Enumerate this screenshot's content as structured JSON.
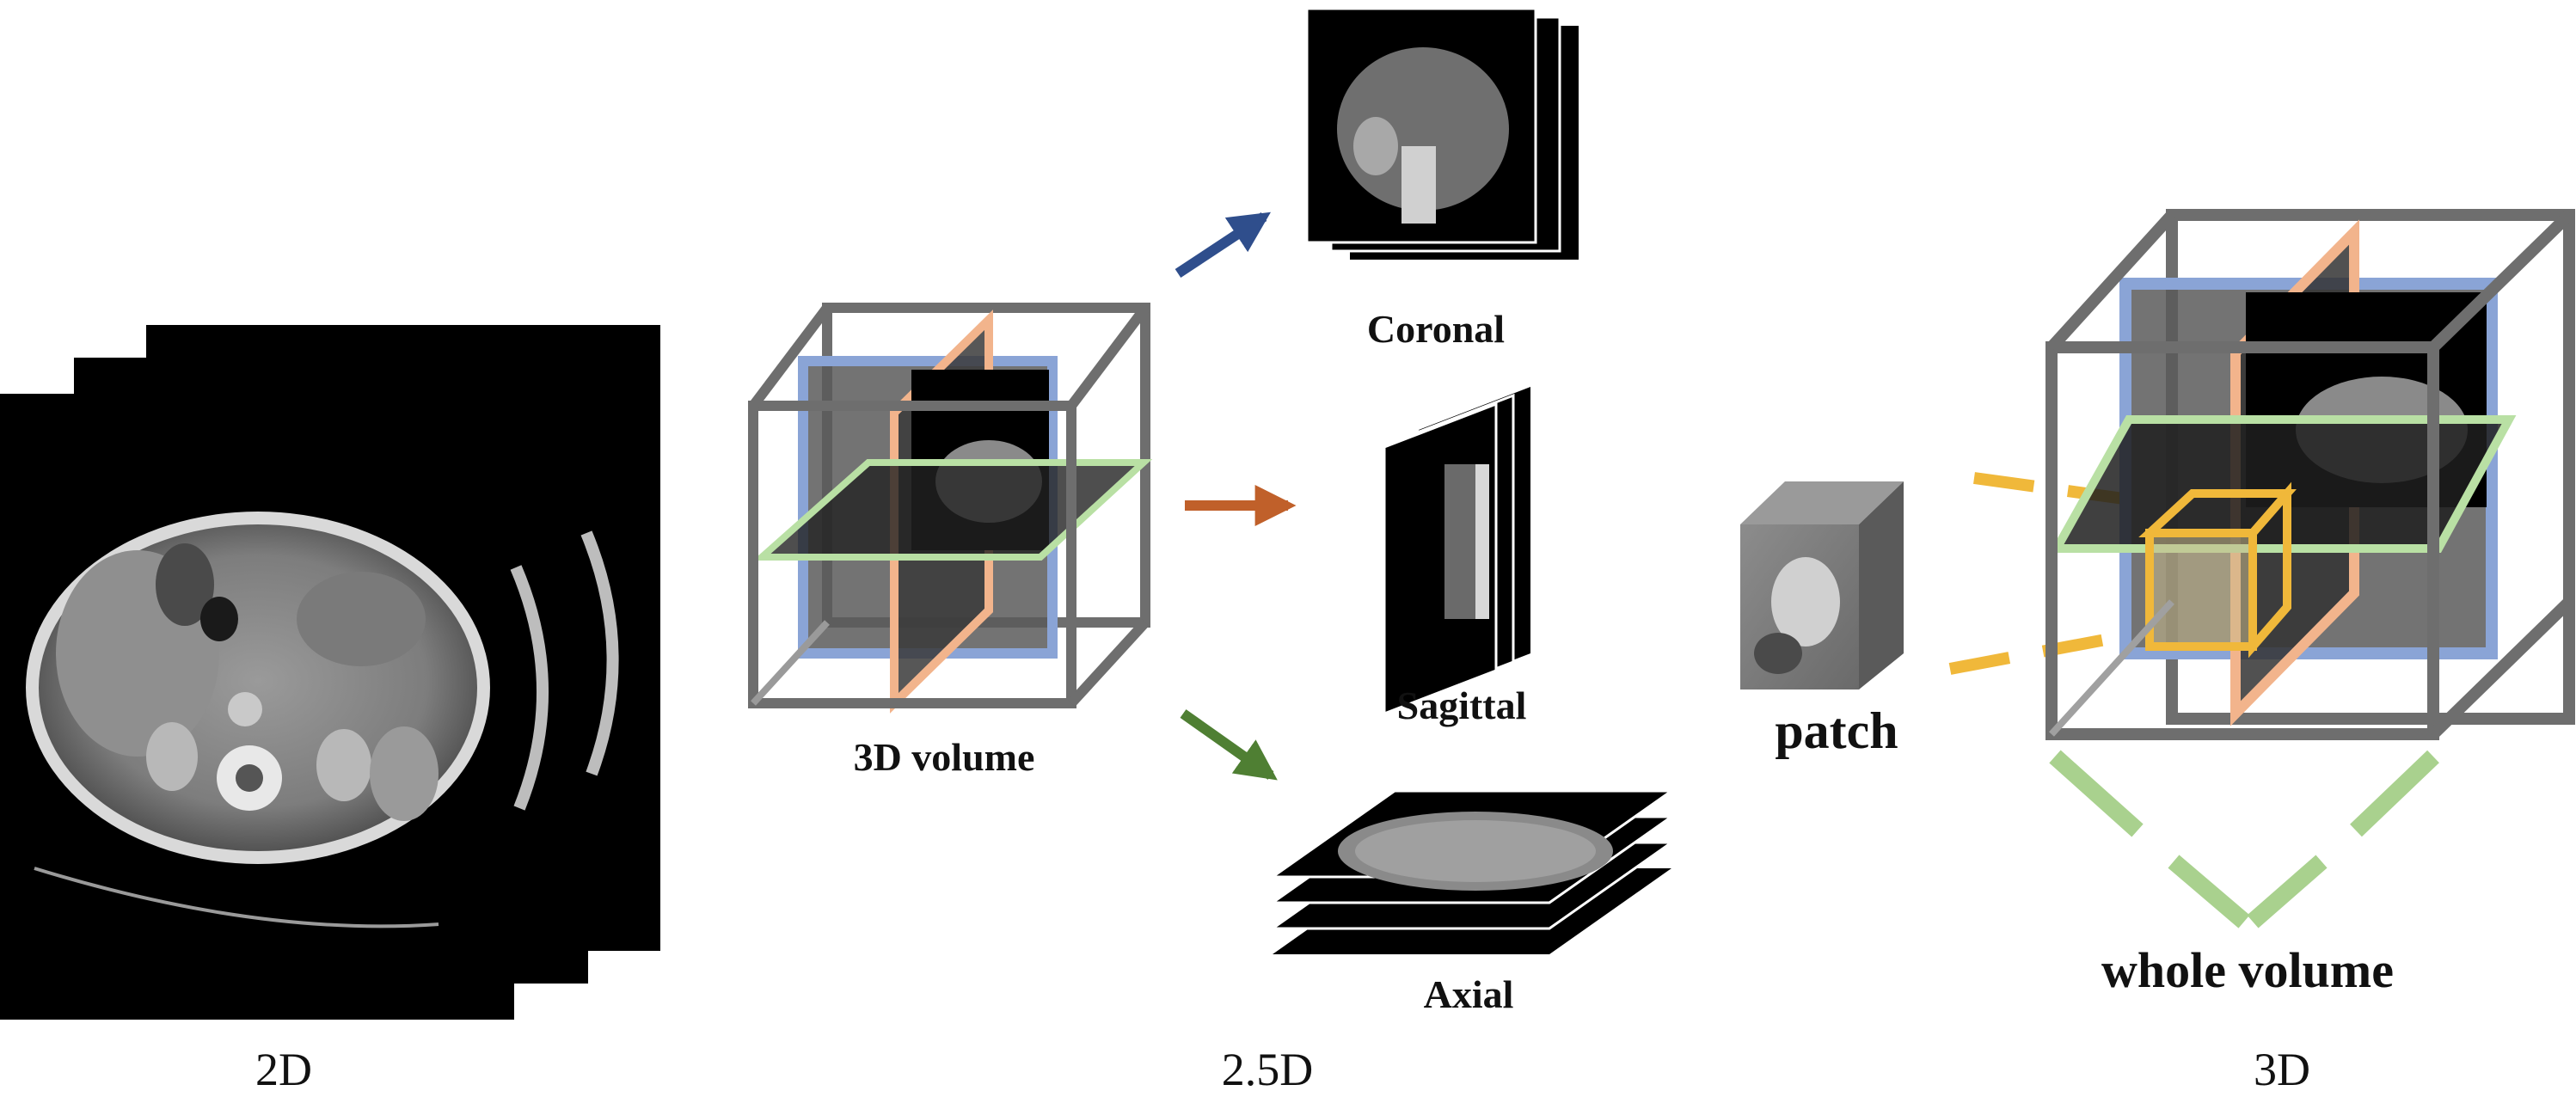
{
  "labels": {
    "coronal": "Coronal",
    "sagittal": "Sagittal",
    "axial": "Axial",
    "volume_3d": "3D volume",
    "patch": "patch",
    "whole_volume": "whole volume"
  },
  "sections": {
    "two_d": "2D",
    "two_five_d": "2.5D",
    "three_d": "3D"
  },
  "colors": {
    "cube_frame": "#6e6e6e",
    "coronal_plane": "#8aa4d6",
    "sagittal_plane": "#f2b48c",
    "axial_plane": "#b9e0a4",
    "arrow_coronal": "#2f4e8c",
    "arrow_sagittal": "#c0602a",
    "arrow_axial": "#4f7f33",
    "patch_link": "#f0b83a",
    "whole_volume_brace": "#a9d18e"
  }
}
